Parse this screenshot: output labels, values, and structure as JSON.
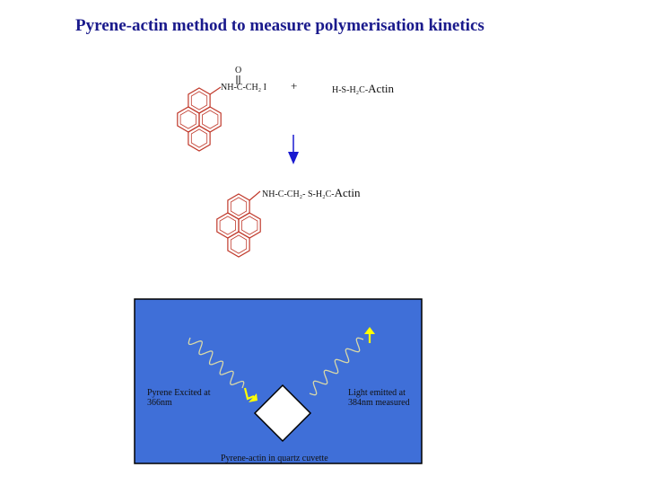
{
  "title": "Pyrene-actin method to measure polymerisation kinetics",
  "reaction": {
    "reagent_oxygen": "O",
    "reagent_group": "NH-C-CH₂ I",
    "plus": "+",
    "actin_thiol_prefix": "H-S-H₂C-",
    "actin_thiol_name": "Actin",
    "product_group_prefix": "NH-C-CH₂- S-H₂C-",
    "product_actin_name": "Actin"
  },
  "panel": {
    "excited_label": "Pyrene Excited at 366nm",
    "emitted_label": "Light emitted at 384nm measured",
    "cuvette_label": "Pyrene-actin in quartz cuvette"
  },
  "colors": {
    "title": "#1a1a8c",
    "ring": "#c0392b",
    "panel_bg": "#3f6fd8",
    "arrow": "#1a1ad0",
    "light_arrow": "#ffff00",
    "wave": "#d8d8a8"
  }
}
